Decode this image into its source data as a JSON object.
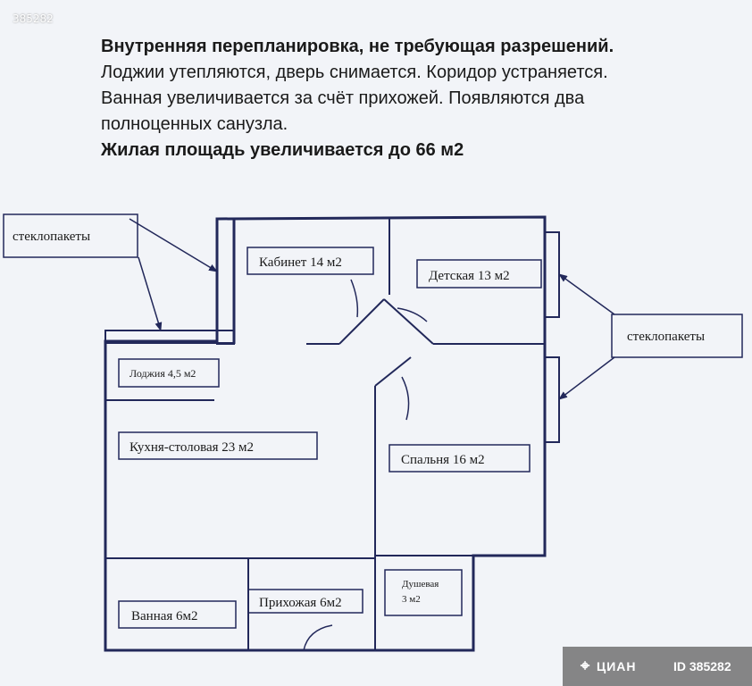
{
  "watermark": {
    "top_left_id": "385282"
  },
  "header": {
    "line1": "Внутренняя перепланировка, не требующая разрешений.",
    "line2": "Лоджии утепляются, дверь снимается. Коридор устраняется.",
    "line3": "Ванная увеличивается за счёт прихожей. Появляются два",
    "line4": "полноценных санузла.",
    "line5": "Жилая площадь увеличивается до 66 м2"
  },
  "callouts": {
    "left": "стеклопакеты",
    "right": "стеклопакеты"
  },
  "rooms": {
    "cabinet": "Кабинет 14 м2",
    "kids": "Детская 13 м2",
    "loggia": "Лоджия 4,5 м2",
    "kitchen": "Кухня-столовая 23 м2",
    "bedroom": "Спальня 16 м2",
    "shower_line1": "Душевая",
    "shower_line2": "3 м2",
    "hall": "Прихожая 6м2",
    "bath": "Ванная 6м2"
  },
  "badge": {
    "pin_icon": "map-pin-icon",
    "brand": "ЦИАН",
    "id": "ID 385282"
  },
  "colors": {
    "background": "#f2f4f8",
    "walls": "#22285a",
    "text": "#1a1a1a"
  }
}
